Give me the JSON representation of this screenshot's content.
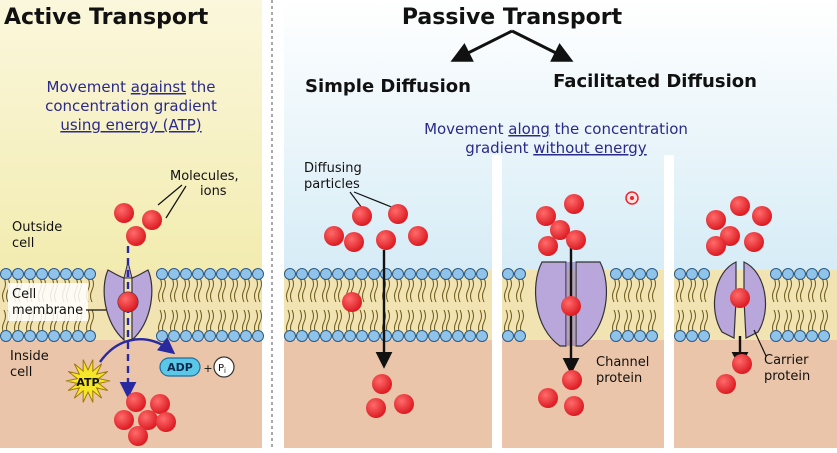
{
  "active": {
    "title": "Active Transport",
    "desc": [
      "Movement ",
      "against",
      " the",
      "concentration gradient",
      "using energy (ATP)"
    ],
    "molecules_label": [
      "Molecules,",
      "ions"
    ],
    "outside_label": [
      "Outside",
      "cell"
    ],
    "membrane_label": [
      "Cell",
      "membrane"
    ],
    "inside_label": [
      "Inside",
      "cell"
    ],
    "atp": "ATP",
    "adp": "ADP",
    "plus": "+",
    "pi": "P",
    "pi_sub": "i"
  },
  "passive": {
    "title": "Passive Transport",
    "simple_title": "Simple Diffusion",
    "facilitated_title": "Facilitated Diffusion",
    "desc1": [
      "Movement ",
      "along",
      " the concentration"
    ],
    "desc2": [
      "gradient ",
      "without energy"
    ],
    "diffusing_label": [
      "Diffusing",
      "particles"
    ],
    "channel_label": [
      "Channel",
      "protein"
    ],
    "carrier_label": [
      "Carrier",
      "protein"
    ]
  },
  "colors": {
    "particle": "#e8262c",
    "accent_text": "#2a2a8a",
    "protein": "#b9a6da",
    "membrane_head": "#8fc3ea",
    "membrane_tail": "#e0b94a",
    "cytoplasm": "#eac5a9",
    "atp_star": "#f5e629",
    "adp_pill": "#5bc7e8"
  }
}
